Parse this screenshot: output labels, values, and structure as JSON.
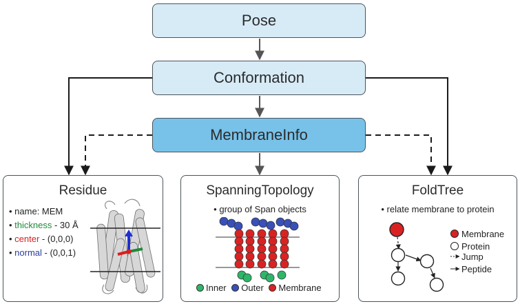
{
  "hierarchy": {
    "pose": "Pose",
    "conformation": "Conformation",
    "membrane_info": "MembraneInfo"
  },
  "residue": {
    "title": "Residue",
    "name_prefix": "name: MEM",
    "thickness_label": "thickness",
    "thickness_value": " - 30 Å",
    "center_label": "center",
    "center_value": " - (0,0,0)",
    "normal_label": "normal",
    "normal_value": " - (0,0,1)"
  },
  "spanning_topology": {
    "title": "SpanningTopology",
    "subtitle": "group of Span objects",
    "legend": [
      "Inner",
      "Outer",
      "Membrane"
    ]
  },
  "fold_tree": {
    "title": "FoldTree",
    "subtitle": "relate membrane to protein",
    "legend": [
      "Membrane",
      "Protein",
      "Jump",
      "Peptide"
    ]
  },
  "colors": {
    "box_light": "#d7ebf7",
    "box_dark": "#78c2ea",
    "inner": "#2fb56a",
    "outer": "#3850b8",
    "membrane": "#d92323",
    "thickness_text": "#1e8a3a",
    "center_text": "#d81e1e",
    "normal_text": "#2b3c9a"
  }
}
